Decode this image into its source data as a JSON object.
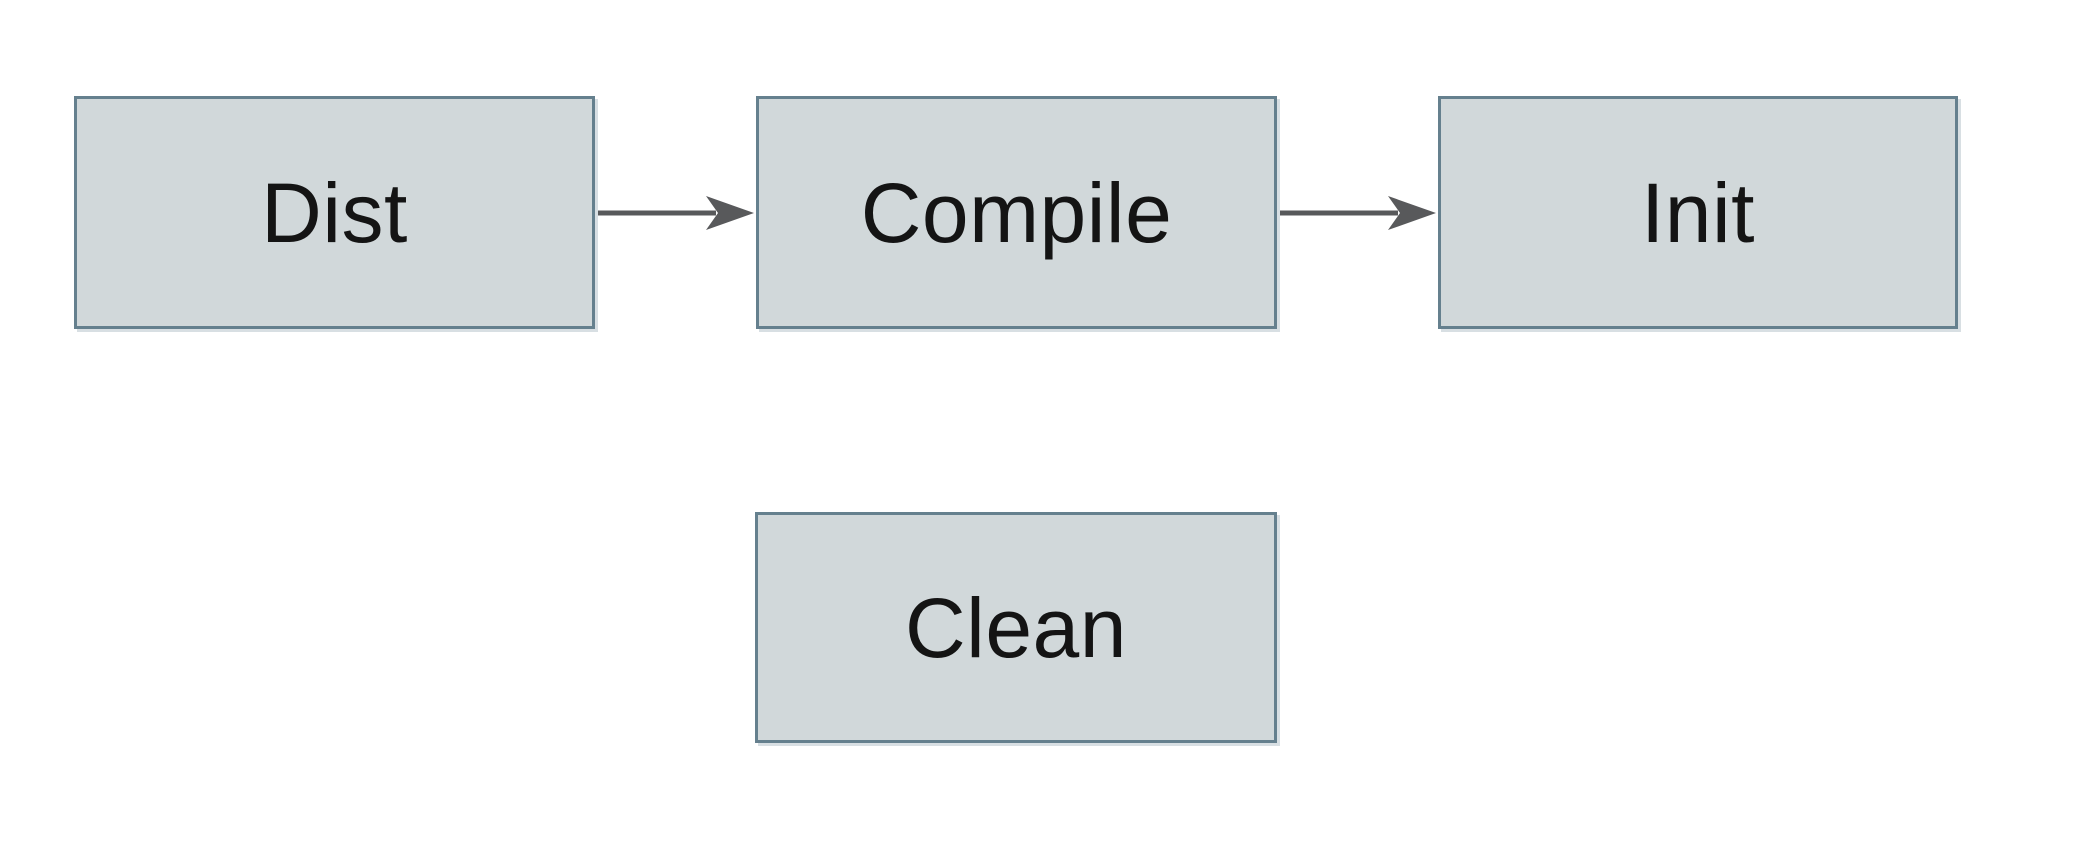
{
  "diagram": {
    "type": "flowchart",
    "nodes": [
      {
        "id": "dist",
        "label": "Dist"
      },
      {
        "id": "compile",
        "label": "Compile"
      },
      {
        "id": "init",
        "label": "Init"
      },
      {
        "id": "clean",
        "label": "Clean"
      }
    ],
    "edges": [
      {
        "from": "dist",
        "to": "compile",
        "style": "solid-arrow"
      },
      {
        "from": "compile",
        "to": "init",
        "style": "solid-arrow"
      }
    ]
  },
  "colors": {
    "background": "#ffffff",
    "node_fill": "#d1d8da",
    "node_border": "#65808e",
    "arrow": "#58595b",
    "text": "#141414"
  }
}
